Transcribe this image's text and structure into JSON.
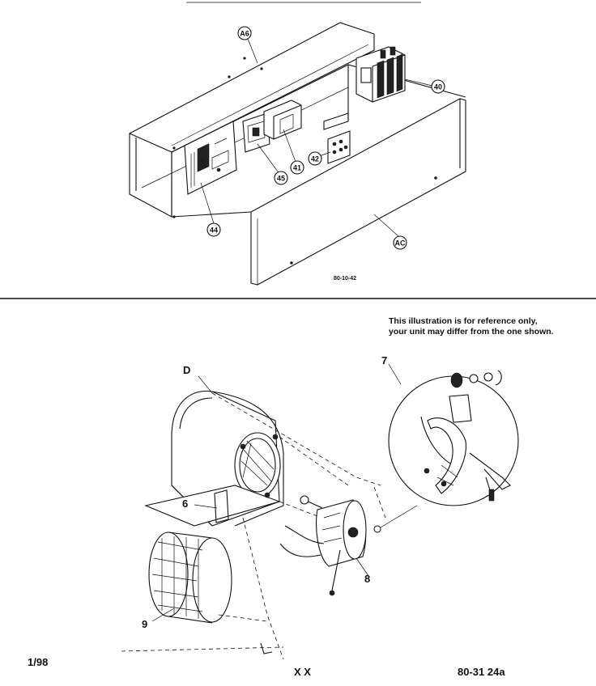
{
  "top_diagram": {
    "drawing_code": "80-10-42",
    "callouts": {
      "a6": "A6",
      "ac": "AC",
      "c40": "40",
      "c41": "41",
      "c42": "42",
      "c44": "44",
      "c45": "45"
    }
  },
  "bottom_diagram": {
    "note_line1": "This illustration is for reference only,",
    "note_line2": "your unit may differ from the one shown.",
    "labels": {
      "d": "D",
      "n6": "6",
      "n7": "7",
      "n8": "8",
      "n9": "9"
    }
  },
  "footer": {
    "date": "1/98",
    "center": "X X",
    "page_code": "80-31  24a"
  }
}
